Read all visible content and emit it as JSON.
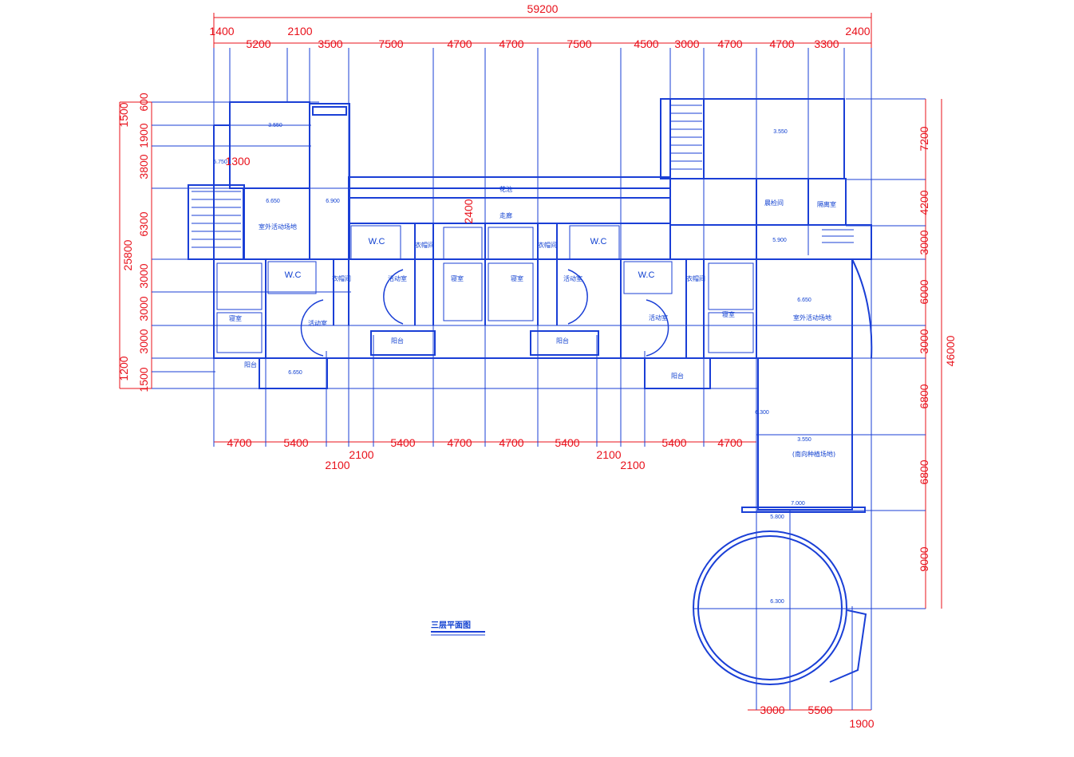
{
  "drawing": {
    "title": "三层平面图",
    "accent_wall": "#1a3fd6",
    "accent_dim": "#e8101a"
  },
  "dimensions": {
    "top_total": "59200",
    "top_row": [
      "1400",
      "5200",
      "2100",
      "3500",
      "7500",
      "4700",
      "4700",
      "7500",
      "4500",
      "3000",
      "4700",
      "4700",
      "3300",
      "2400"
    ],
    "bottom_row": [
      "4700",
      "5400",
      "2100",
      "2100",
      "5400",
      "4700",
      "4700",
      "5400",
      "2100",
      "2100",
      "5400",
      "4700"
    ],
    "left_col": [
      "600",
      "1500",
      "1900",
      "3800",
      "6300",
      "25800",
      "3000",
      "3000",
      "3000",
      "1200",
      "1500"
    ],
    "left_inner": "1300",
    "corridor": "2400",
    "right_col": [
      "7200",
      "4200",
      "3000",
      "6000",
      "3000",
      "6800",
      "6800",
      "9000"
    ],
    "right_total": "46000",
    "circle_bottom": [
      "3000",
      "5500",
      "1900"
    ]
  },
  "rooms": {
    "wc": "W.C",
    "activity": "活动室",
    "bedroom": "寝室",
    "cloak": "衣帽间",
    "balcony": "阳台",
    "corridor": "走廊",
    "overhang": "花池",
    "outdoor": "室外活动场地",
    "outdoor2": "室外活动场地",
    "garden": "(南向种植场地)",
    "office1": "晨检间",
    "office2": "隔离室"
  },
  "elevations": {
    "e1": "3.550",
    "e2": "6.650",
    "e3": "6.900",
    "e4": "6.650",
    "e5": "3.550",
    "e6": "5.900",
    "e7": "6.650",
    "e8": "6.300",
    "e9": "3.550",
    "e10": "7.000",
    "e11": "5.800",
    "e12": "6.300",
    "e13": "5.750"
  }
}
